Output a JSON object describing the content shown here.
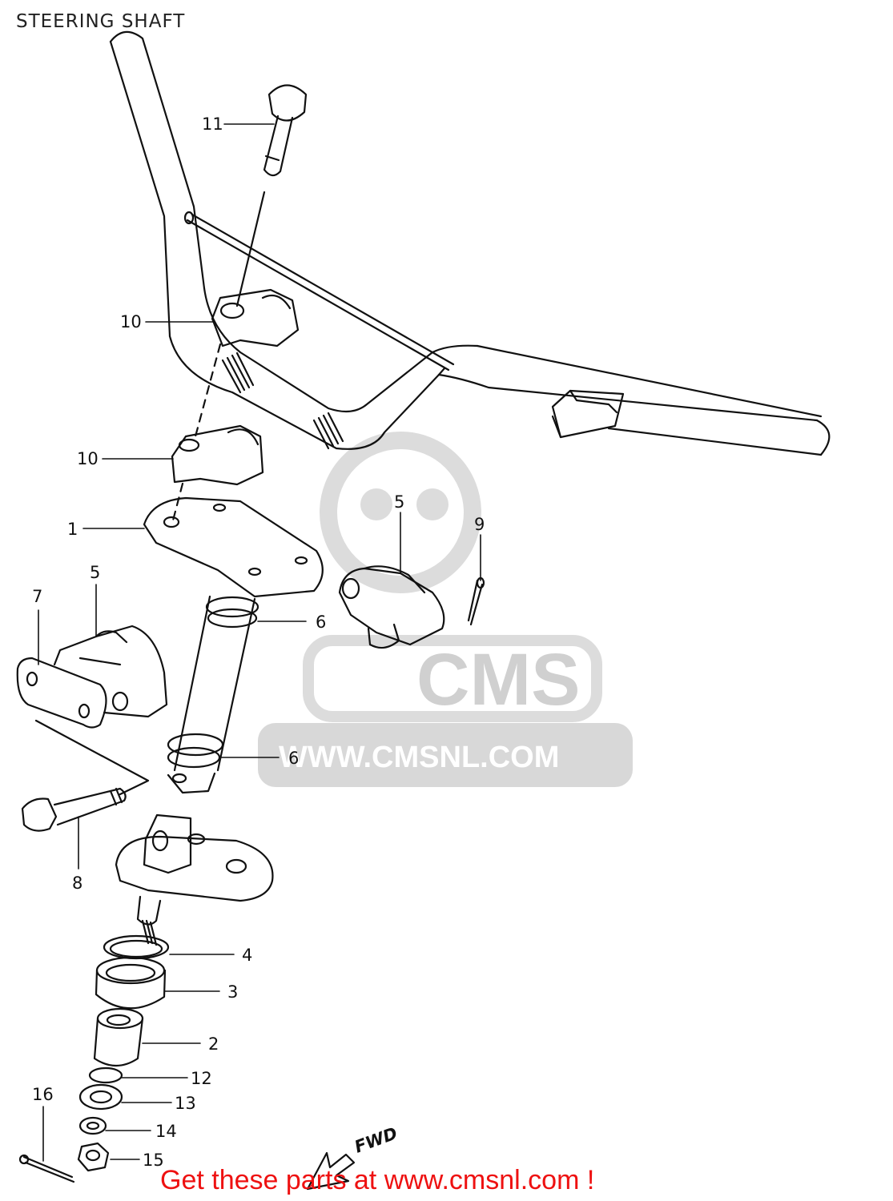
{
  "title": "STEERING SHAFT",
  "callouts": {
    "c1": "1",
    "c2": "2",
    "c3": "3",
    "c4": "4",
    "c5a": "5",
    "c5b": "5",
    "c6a": "6",
    "c6b": "6",
    "c7": "7",
    "c8": "8",
    "c9": "9",
    "c10a": "10",
    "c10b": "10",
    "c11": "11",
    "c12": "12",
    "c13": "13",
    "c14": "14",
    "c15": "15",
    "c16": "16"
  },
  "fwd_label": "FWD",
  "watermark": {
    "brand": "CMS",
    "url": "WWW.CMSNL.COM"
  },
  "footer": {
    "link_text": "Get these parts at www.cmsnl.com !"
  },
  "colors": {
    "line": "#111111",
    "watermark": "#d8d8d8",
    "footer": "#ee1111"
  }
}
